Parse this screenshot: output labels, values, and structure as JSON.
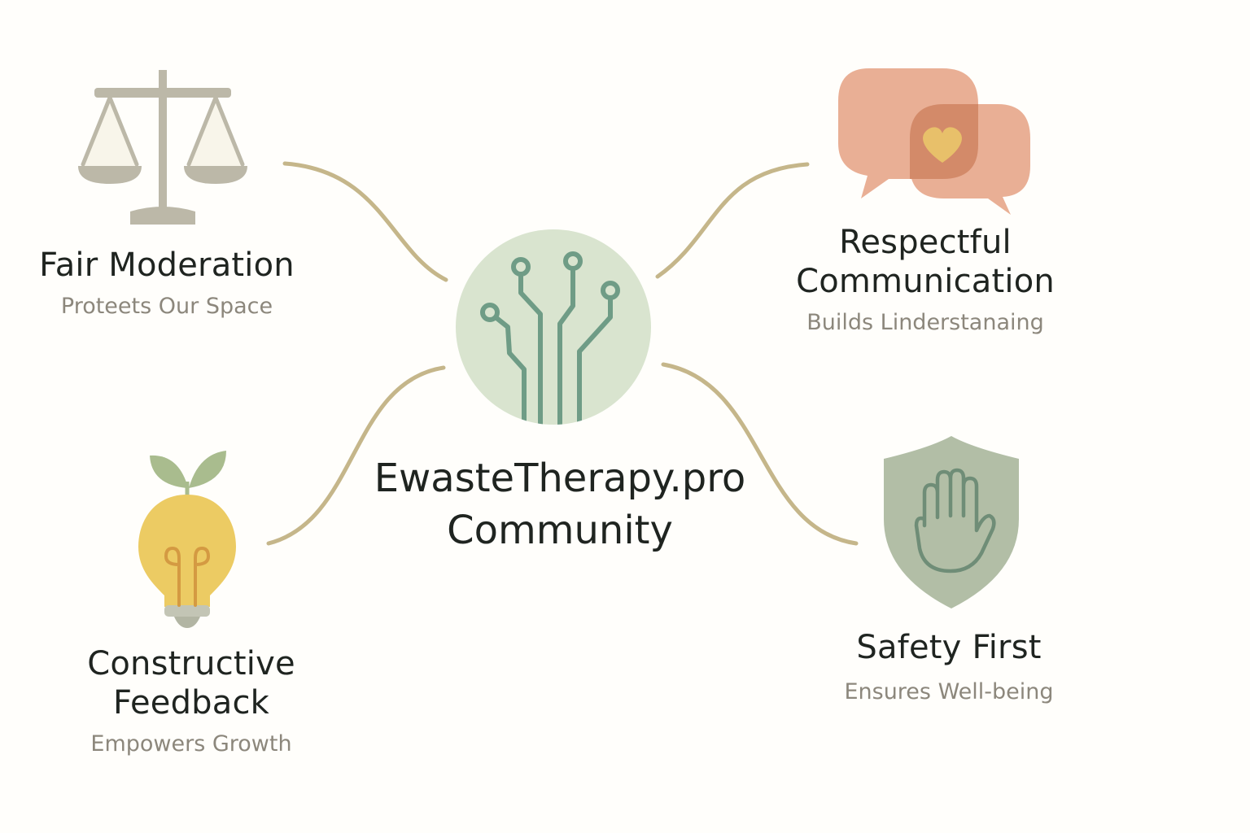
{
  "center": {
    "title_line1": "EwasteTherapy.pro",
    "title_line2": "Community",
    "icon": "circuit-icon"
  },
  "nodes": [
    {
      "id": "fair-moderation",
      "title_lines": [
        "Fair Moderation"
      ],
      "subtitle": "Proteets Our Space",
      "icon": "scales-icon"
    },
    {
      "id": "respectful-communication",
      "title_lines": [
        "Respectful",
        "Communication"
      ],
      "subtitle": "Builds Linderstanaing",
      "icon": "speech-bubbles-heart-icon"
    },
    {
      "id": "constructive-feedback",
      "title_lines": [
        "Constructive",
        "Feedback"
      ],
      "subtitle": "Empowers Growth",
      "icon": "lightbulb-sprout-icon"
    },
    {
      "id": "safety-first",
      "title_lines": [
        "Safety First"
      ],
      "subtitle": "Ensures Well-being",
      "icon": "shield-hand-icon"
    }
  ],
  "colors": {
    "connector": "#c5b68a",
    "center_circle": "#d9e4cf",
    "circuit": "#6f9c86",
    "scales": "#bcb8a8",
    "bubbles": "#e6a17f",
    "heart": "#e8c06a",
    "bulb": "#eccb63",
    "leaves": "#a9bc8e",
    "shield": "#b2bea6",
    "hand": "#6f8d77"
  }
}
